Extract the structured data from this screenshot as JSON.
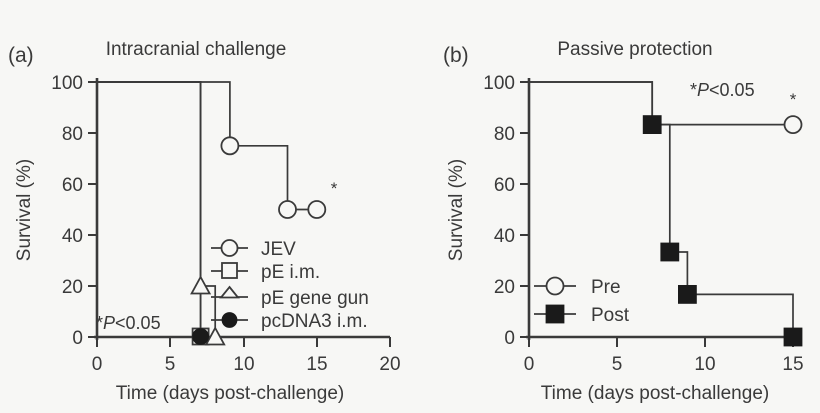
{
  "figure": {
    "background_color": "#f7f7f5",
    "line_color": "#3a3a3a"
  },
  "panel_a": {
    "letter": "(a)",
    "title": "Intracranial challenge",
    "xlabel": "Time (days post-challenge)",
    "ylabel": "Survival (%)",
    "significance_star": "*",
    "significance_note_star": "*",
    "significance_note_p": "P",
    "significance_note_rest": "<0.05",
    "x_ticks": [
      "0",
      "5",
      "10",
      "15",
      "20"
    ],
    "y_ticks": [
      "0",
      "20",
      "40",
      "60",
      "80",
      "100"
    ],
    "legend": [
      {
        "label": "JEV",
        "marker": "open-circle"
      },
      {
        "label": "pE i.m.",
        "marker": "open-square"
      },
      {
        "label": "pE gene gun",
        "marker": "open-triangle"
      },
      {
        "label": "pcDNA3 i.m.",
        "marker": "filled-circle"
      }
    ]
  },
  "panel_b": {
    "letter": "(b)",
    "title": "Passive protection",
    "xlabel": "Time (days post-challenge)",
    "ylabel": "Survival (%)",
    "significance_star": "*",
    "significance_note_star": "*",
    "significance_note_p": "P",
    "significance_note_rest": "<0.05",
    "x_ticks": [
      "0",
      "5",
      "10",
      "15"
    ],
    "y_ticks": [
      "0",
      "20",
      "40",
      "60",
      "80",
      "100"
    ],
    "legend": [
      {
        "label": "Pre",
        "marker": "open-circle"
      },
      {
        "label": "Post",
        "marker": "filled-square"
      }
    ]
  },
  "chart_data": [
    {
      "type": "line",
      "id": "panel-a",
      "title": "Intracranial challenge",
      "xlabel": "Time (days post-challenge)",
      "ylabel": "Survival (%)",
      "xlim": [
        0,
        20
      ],
      "ylim": [
        0,
        100
      ],
      "xticks": [
        0,
        5,
        10,
        15,
        20
      ],
      "yticks": [
        0,
        20,
        40,
        60,
        80,
        100
      ],
      "grid": false,
      "step_style": "post",
      "legend_position": "inside-lower-right",
      "annotations": [
        {
          "text": "*P<0.05",
          "x": 2.0,
          "y": 6
        },
        {
          "text": "*",
          "x": 16.2,
          "y": 57
        }
      ],
      "series": [
        {
          "name": "JEV",
          "marker": "open-circle",
          "x": [
            0,
            9,
            9,
            13,
            13,
            15
          ],
          "y": [
            100,
            100,
            75,
            75,
            50,
            50
          ],
          "marker_points": [
            {
              "x": 9,
              "y": 75
            },
            {
              "x": 13,
              "y": 50
            },
            {
              "x": 15,
              "y": 50
            }
          ]
        },
        {
          "name": "pE i.m.",
          "marker": "open-square",
          "x": [
            0,
            7,
            7
          ],
          "y": [
            100,
            100,
            0
          ],
          "marker_points": [
            {
              "x": 7,
              "y": 0
            }
          ]
        },
        {
          "name": "pE gene gun",
          "marker": "open-triangle",
          "x": [
            0,
            7,
            7,
            8,
            8
          ],
          "y": [
            100,
            100,
            20,
            20,
            0
          ],
          "marker_points": [
            {
              "x": 7,
              "y": 20
            },
            {
              "x": 8,
              "y": 0
            }
          ]
        },
        {
          "name": "pcDNA3 i.m.",
          "marker": "filled-circle",
          "x": [
            0,
            7,
            7
          ],
          "y": [
            100,
            100,
            0
          ],
          "marker_points": [
            {
              "x": 7,
              "y": 0
            }
          ]
        }
      ]
    },
    {
      "type": "line",
      "id": "panel-b",
      "title": "Passive protection",
      "xlabel": "Time (days post-challenge)",
      "ylabel": "Survival (%)",
      "xlim": [
        0,
        15
      ],
      "ylim": [
        0,
        100
      ],
      "xticks": [
        0,
        5,
        10,
        15
      ],
      "yticks": [
        0,
        20,
        40,
        60,
        80,
        100
      ],
      "grid": false,
      "step_style": "post",
      "legend_position": "inside-lower-left",
      "annotations": [
        {
          "text": "*P<0.05",
          "x": 9.3,
          "y": 92
        },
        {
          "text": "*",
          "x": 15.0,
          "y": 91
        }
      ],
      "series": [
        {
          "name": "Pre",
          "marker": "open-circle",
          "x": [
            0,
            7,
            7,
            15
          ],
          "y": [
            100,
            100,
            83.3,
            83.3
          ],
          "marker_points": [
            {
              "x": 15,
              "y": 83.3
            }
          ]
        },
        {
          "name": "Post",
          "marker": "filled-square",
          "x": [
            0,
            7,
            7,
            8,
            8,
            9,
            9,
            15,
            15
          ],
          "y": [
            100,
            100,
            83.3,
            83.3,
            33.3,
            33.3,
            16.7,
            16.7,
            0
          ],
          "marker_points": [
            {
              "x": 7,
              "y": 83.3
            },
            {
              "x": 8,
              "y": 33.3
            },
            {
              "x": 9,
              "y": 16.7
            },
            {
              "x": 15,
              "y": 0
            }
          ]
        }
      ]
    }
  ]
}
